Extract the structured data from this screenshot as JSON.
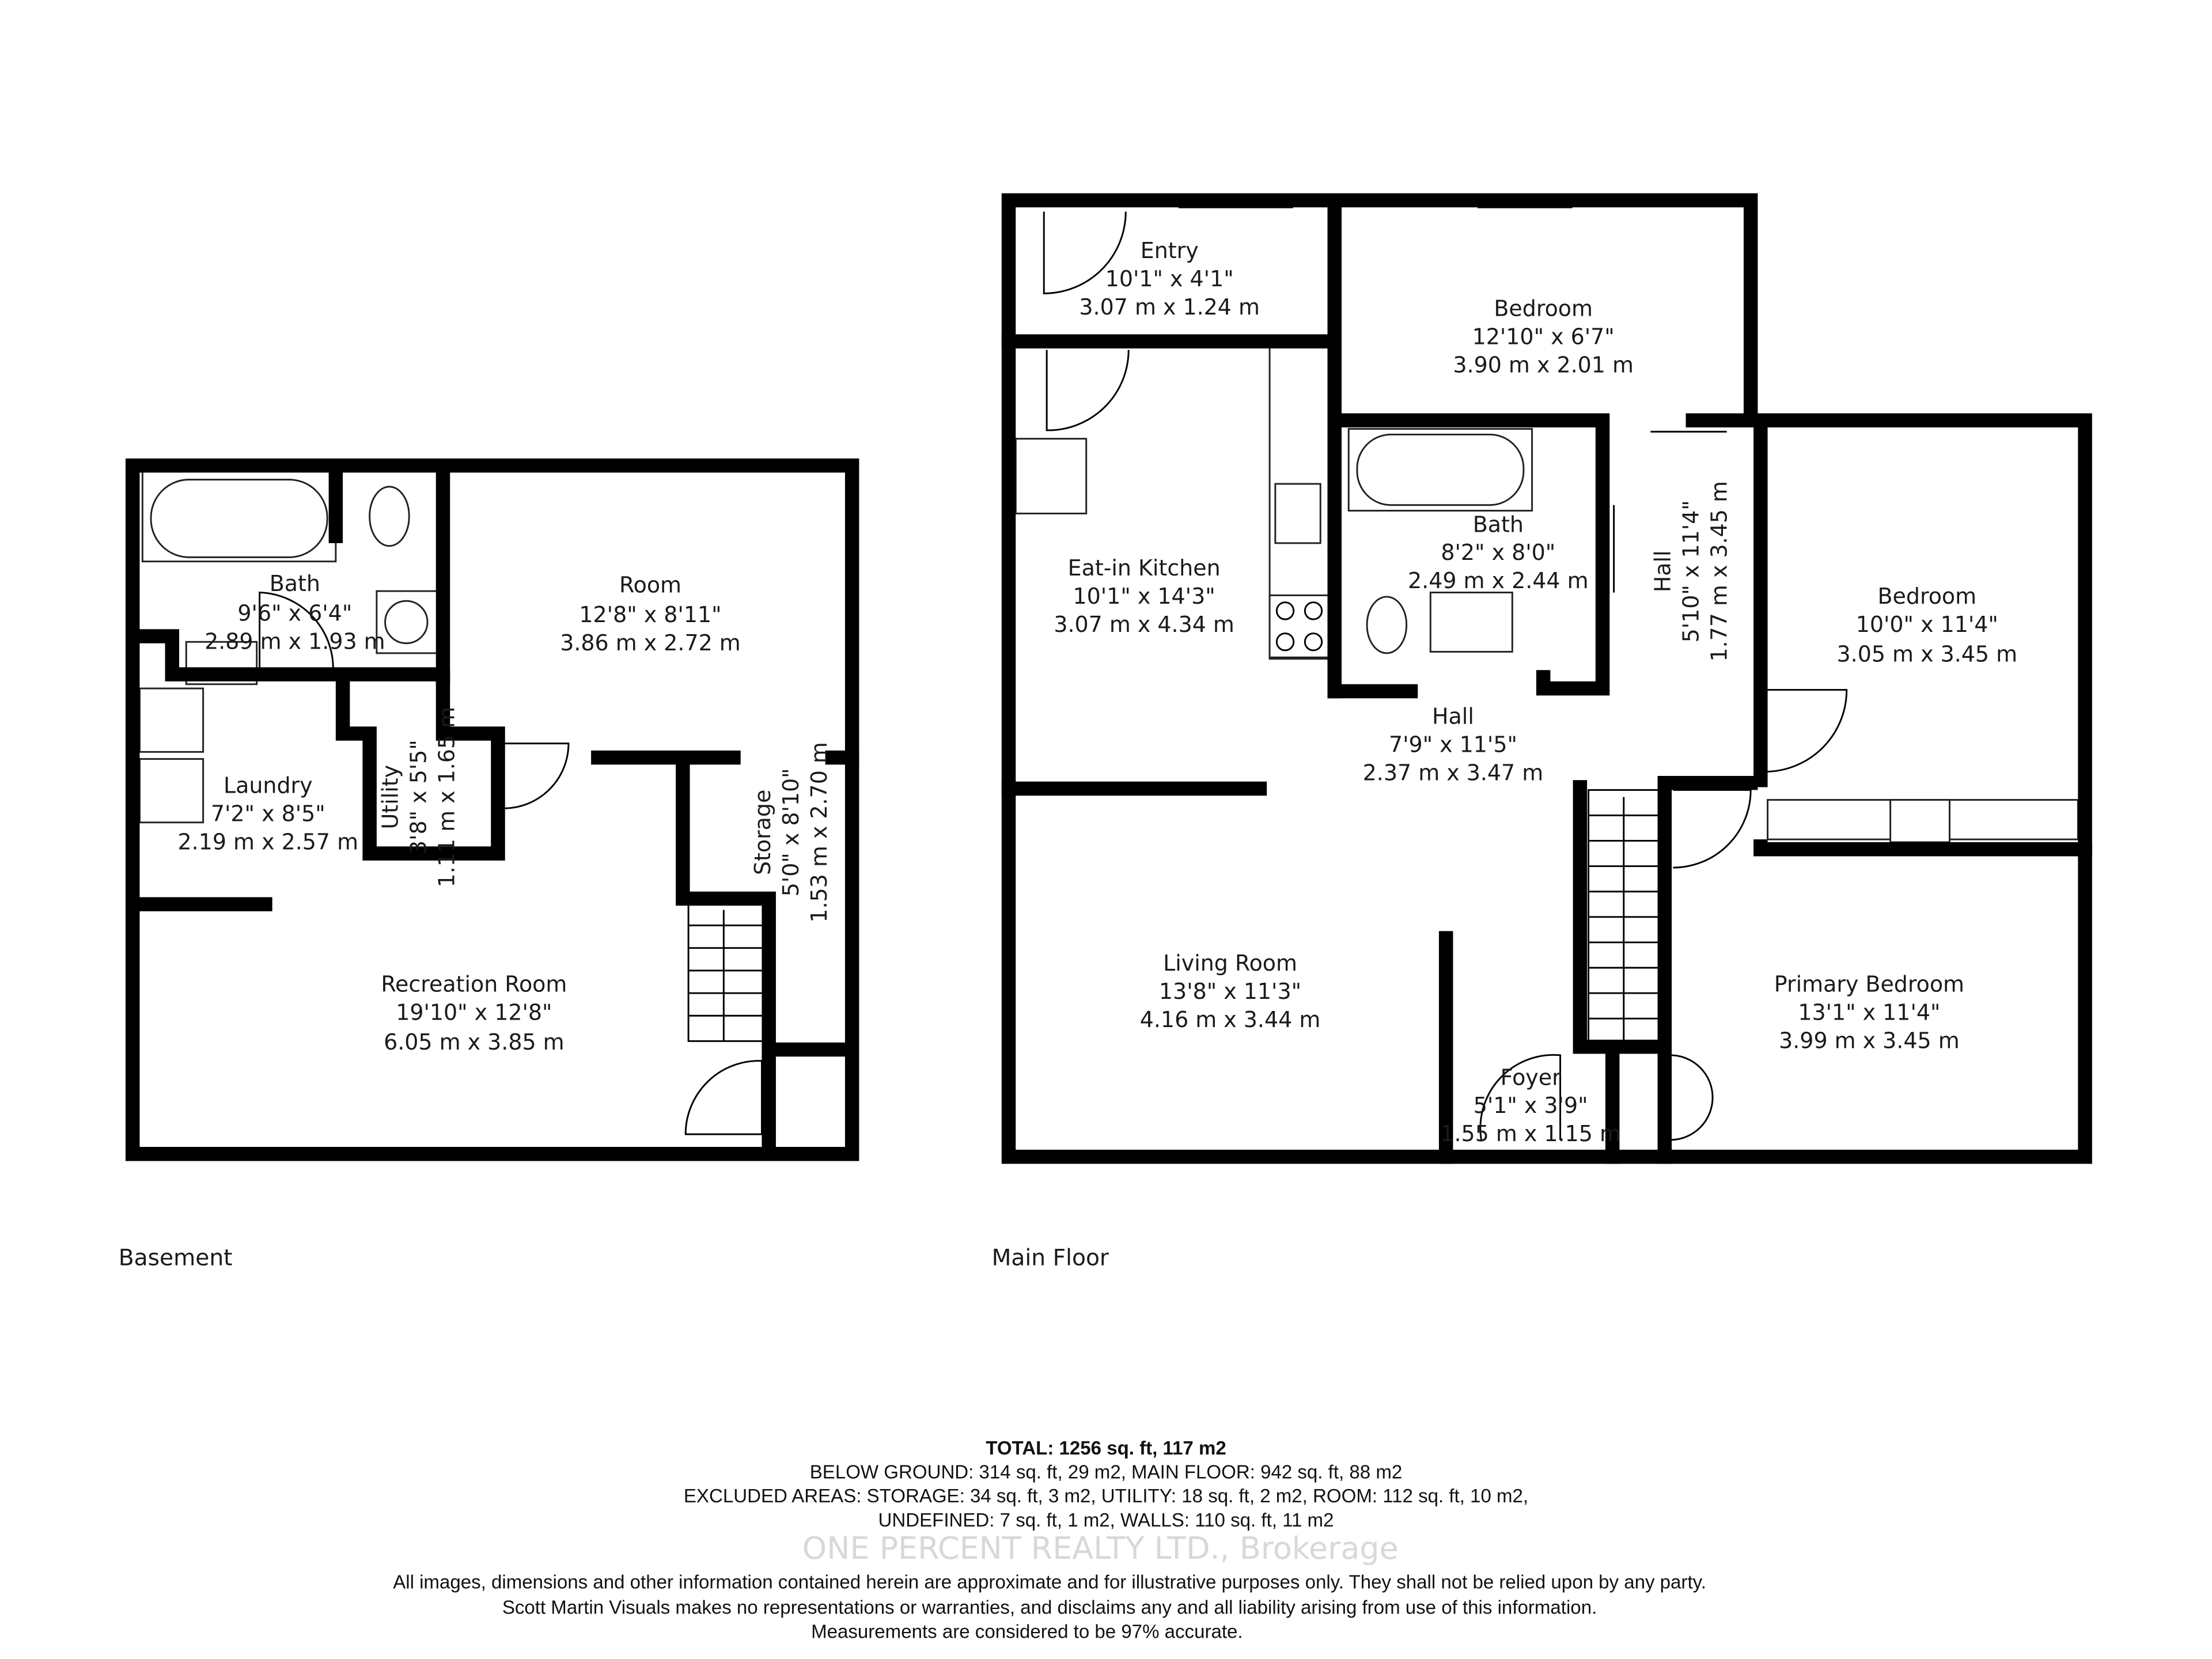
{
  "floors": {
    "basement": {
      "label": "Basement",
      "rooms": [
        {
          "name": "Bath",
          "imperial": "9'6\" x 6'4\"",
          "metric": "2.89 m x 1.93 m"
        },
        {
          "name": "Room",
          "imperial": "12'8\" x 8'11\"",
          "metric": "3.86 m x 2.72 m"
        },
        {
          "name": "Laundry",
          "imperial": "7'2\" x 8'5\"",
          "metric": "2.19 m x 2.57 m"
        },
        {
          "name": "Utility",
          "imperial": "3'8\" x 5'5\"",
          "metric": "1.11 m x 1.65 m"
        },
        {
          "name": "Storage",
          "imperial": "5'0\" x 8'10\"",
          "metric": "1.53 m x 2.70 m"
        },
        {
          "name": "Recreation Room",
          "imperial": "19'10\" x 12'8\"",
          "metric": "6.05 m x 3.85 m"
        }
      ]
    },
    "main": {
      "label": "Main Floor",
      "rooms": [
        {
          "name": "Entry",
          "imperial": "10'1\" x 4'1\"",
          "metric": "3.07 m x 1.24 m"
        },
        {
          "name": "Bedroom",
          "imperial": "12'10\" x 6'7\"",
          "metric": "3.90 m x 2.01 m"
        },
        {
          "name": "Eat-in Kitchen",
          "imperial": "10'1\" x 14'3\"",
          "metric": "3.07 m x 4.34 m"
        },
        {
          "name": "Bath",
          "imperial": "8'2\" x 8'0\"",
          "metric": "2.49 m x 2.44 m"
        },
        {
          "name": "Hall",
          "imperial": "5'10\" x 11'4\"",
          "metric": "1.77 m x 3.45 m"
        },
        {
          "name": "Bedroom",
          "imperial": "10'0\" x 11'4\"",
          "metric": "3.05 m x 3.45 m"
        },
        {
          "name": "Hall",
          "imperial": "7'9\" x 11'5\"",
          "metric": "2.37 m x 3.47 m"
        },
        {
          "name": "Living Room",
          "imperial": "13'8\" x 11'3\"",
          "metric": "4.16 m x 3.44 m"
        },
        {
          "name": "Primary Bedroom",
          "imperial": "13'1\" x 11'4\"",
          "metric": "3.99 m x 3.45 m"
        },
        {
          "name": "Foyer",
          "imperial": "5'1\" x 3'9\"",
          "metric": "1.55 m x 1.15 m"
        }
      ]
    }
  },
  "summary": {
    "total": "TOTAL: 1256 sq. ft, 117 m2",
    "lines": [
      "BELOW GROUND: 314 sq. ft, 29 m2, MAIN FLOOR: 942 sq. ft, 88 m2",
      "EXCLUDED AREAS: STORAGE: 34 sq. ft, 3 m2, UTILITY: 18 sq. ft, 2 m2, ROOM: 112 sq. ft, 10 m2,",
      "UNDEFINED: 7 sq. ft, 1 m2, WALLS: 110 sq. ft, 11 m2"
    ]
  },
  "watermark": "ONE PERCENT REALTY LTD., Brokerage",
  "disclaimer": [
    "All images, dimensions and other information contained herein are approximate and for illustrative purposes only. They shall not be relied upon by any party.",
    "Scott Martin Visuals makes no representations or warranties, and disclaims any and all liability arising from use of this information.",
    "Measurements are considered to be 97% accurate."
  ]
}
